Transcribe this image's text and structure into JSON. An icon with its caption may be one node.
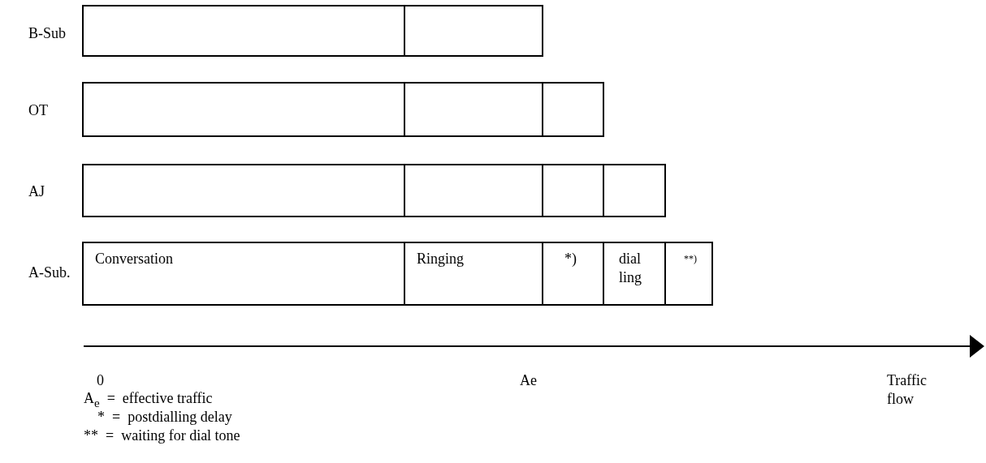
{
  "diagram": {
    "nodes": [
      {
        "text": [],
        "shape": "box"
      },
      {
        "text": [],
        "shape": "box"
      },
      {
        "text": [],
        "shape": "box"
      },
      {
        "text": [],
        "shape": "box"
      },
      {
        "text": [],
        "shape": "box"
      },
      {
        "text": [],
        "shape": "box"
      },
      {
        "text": [],
        "shape": "box"
      },
      {
        "text": [],
        "shape": "box"
      },
      {
        "text": [],
        "shape": "box"
      },
      {
        "text": [
          "Conversation"
        ]
      },
      {
        "text": [
          "Ringing"
        ]
      },
      {
        "text": [
          "*)"
        ]
      },
      {
        "text": [
          "dial ling"
        ]
      },
      {
        "text": [
          "**)"
        ]
      }
    ],
    "labels": [
      "B-Sub",
      "OT",
      "AJ",
      "A-Sub.",
      "0",
      "Ae",
      "Traffic flow",
      "A$_{e}$ = effective traffic",
      "* = postdialling delay",
      "** = waiting for dial tone"
    ]
  }
}
